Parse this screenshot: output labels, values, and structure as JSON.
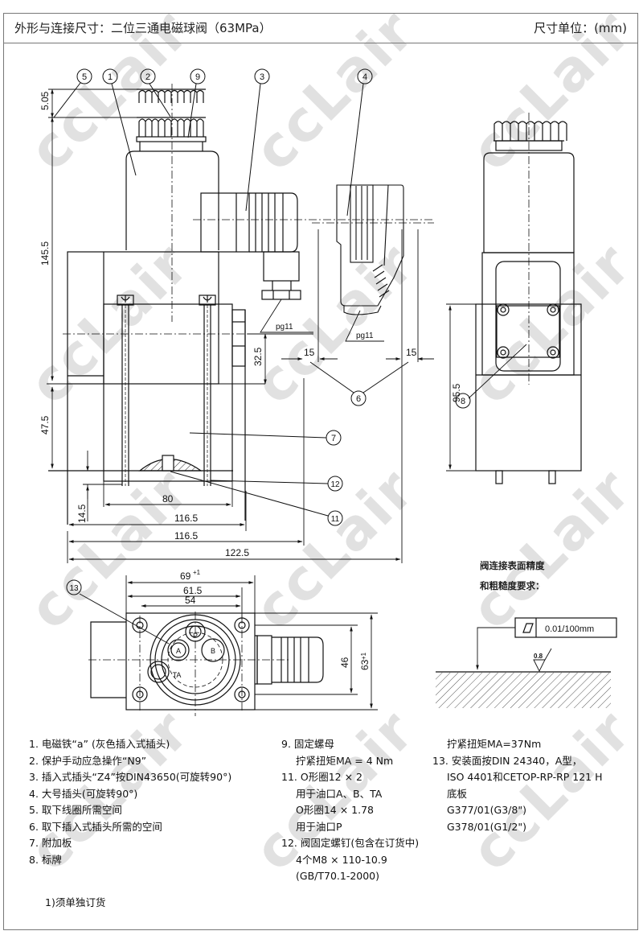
{
  "header": {
    "title": "外形与连接尺寸：二位三通电磁球阀（63MPa）",
    "unit": "尺寸单位：(mm)"
  },
  "watermark": "ccLair",
  "front_view": {
    "callouts": [
      "5",
      "1",
      "2",
      "9",
      "3",
      "4",
      "6",
      "7",
      "12",
      "11"
    ],
    "dims": {
      "d_5_05": "5.05",
      "d_145_5": "145.5",
      "d_32_5": "32.5",
      "d_47_5": "47.5",
      "d_14_5": "14.5",
      "d_80": "80",
      "d_116_5_a": "116.5",
      "d_116_5_b": "116.5",
      "d_122_5": "122.5",
      "d_15_a": "15",
      "d_15_b": "15",
      "pg_a": "pg11",
      "pg_b": "pg11"
    }
  },
  "side_view": {
    "callouts": [
      "8"
    ],
    "dims": {
      "d_95_5": "95.5"
    }
  },
  "bottom_view": {
    "callouts": [
      "13"
    ],
    "dims": {
      "d_69": "69",
      "d_69_tol": "+1",
      "d_61_5": "61.5",
      "d_54": "54",
      "d_46": "46",
      "d_63": "63",
      "d_63_tol": "+1"
    },
    "ports": [
      "P",
      "A",
      "B",
      "TA"
    ]
  },
  "surface_req": {
    "title_line1": "阀连接表面精度",
    "title_line2": "和粗糙度要求：",
    "flatness_value": "0.01/100mm",
    "roughness": "0.8"
  },
  "notes_col1": [
    "1. 电磁铁“a”  (灰色插入式插头)",
    "2. 保护手动应急操作“N9”",
    "3. 插入式插头“Z4”按DIN43650(可旋转90°)",
    "4. 大号插头(可旋转90°)",
    "5. 取下线圈所需空间",
    "6. 取下插入式插头所需的空间",
    "7. 附加板",
    "8. 标牌"
  ],
  "notes_col2": [
    {
      "text": "9. 固定螺母",
      "indent": false
    },
    {
      "text": "拧紧扭矩MA = 4 Nm",
      "indent": true
    },
    {
      "text": "11. O形圈12 × 2",
      "indent": false
    },
    {
      "text": "用于油口A、B、TA",
      "indent": true
    },
    {
      "text": "O形圈14 × 1.78",
      "indent": true
    },
    {
      "text": "用于油口P",
      "indent": true
    },
    {
      "text": "12. 阀固定螺钉(包含在订货中)",
      "indent": false
    },
    {
      "text": "4个M8 × 110-10.9",
      "indent": true
    },
    {
      "text": "(GB/T70.1-2000)",
      "indent": true
    }
  ],
  "notes_col3": [
    {
      "text": "拧紧扭矩MA=37Nm",
      "indent": true
    },
    {
      "text": "13. 安装面按DIN 24340，A型，",
      "indent": false
    },
    {
      "text": "ISO 4401和CETOP-RP-RP 121 H",
      "indent": true
    },
    {
      "text": "底板",
      "indent": true
    },
    {
      "text": "G377/01(G3/8\")",
      "indent": true
    },
    {
      "text": "G378/01(G1/2\")",
      "indent": true
    }
  ],
  "footnote": "1)须单独订货",
  "colors": {
    "line": "#111111",
    "frame": "#777777",
    "watermark": "#c8c8c8"
  }
}
